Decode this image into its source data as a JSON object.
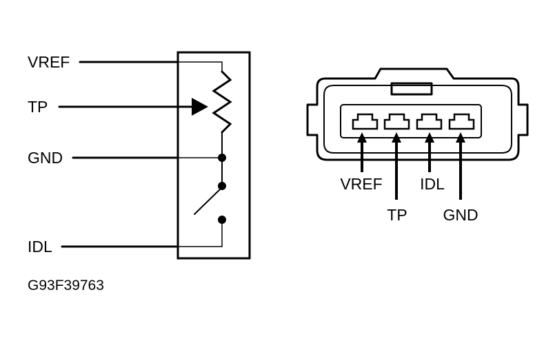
{
  "schematic": {
    "pins": {
      "vref": "VREF",
      "tp": "TP",
      "gnd": "GND",
      "idl": "IDL"
    }
  },
  "connector": {
    "pins": {
      "vref": "VREF",
      "tp": "TP",
      "idl": "IDL",
      "gnd": "GND"
    }
  },
  "figure_code": "G93F39763",
  "colors": {
    "ink": "#000000",
    "background": "#ffffff"
  }
}
